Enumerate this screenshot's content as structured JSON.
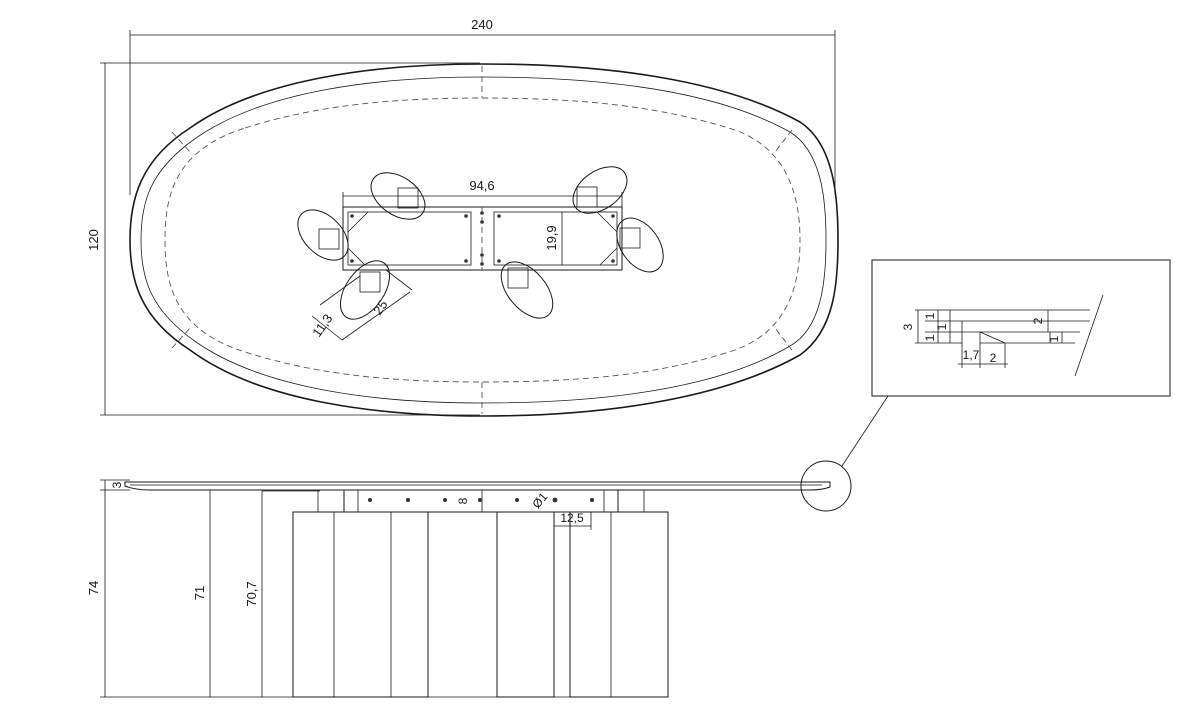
{
  "top_view": {
    "overall_length": "240",
    "overall_width": "120",
    "frame_length": "94,6",
    "frame_width": "19,9",
    "leg_plate_length": "25",
    "leg_plate_width": "11,3"
  },
  "detail_view": {
    "thickness_total": "3",
    "layer_1": "1",
    "layer_2": "1",
    "layer_3": "1",
    "edge_height": "2",
    "edge_step": "1",
    "bevel_offset": "1,7",
    "bevel_width": "2"
  },
  "side_view": {
    "top_thickness": "3",
    "total_height": "74",
    "height_to_underside": "71",
    "leg_height": "70,7",
    "rail_height": "8",
    "hole_diameter": "Ø1",
    "hole_spacing": "12,5"
  }
}
